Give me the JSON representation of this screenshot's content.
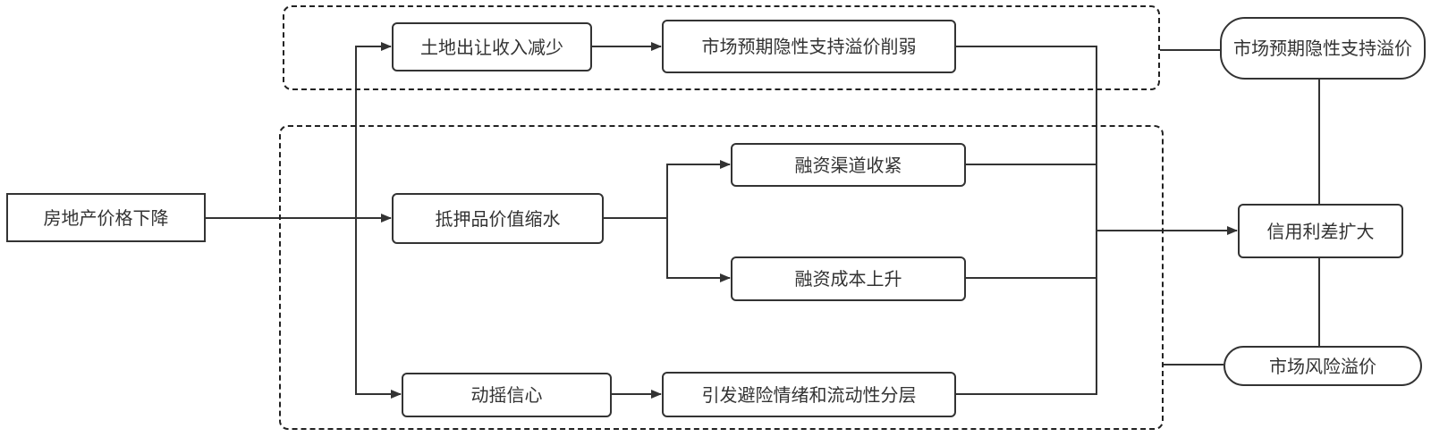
{
  "nodes": {
    "start": "房地产价格下降",
    "land_revenue": "土地出让收入减少",
    "implicit_support": "市场预期隐性支持溢价削弱",
    "collateral": "抵押品价值缩水",
    "financing_channel": "融资渠道收紧",
    "financing_cost": "融资成本上升",
    "confidence": "动摇信心",
    "risk_aversion": "引发避险情绪和流动性分层",
    "premium_implicit": "市场预期隐性支持溢价",
    "credit_spread": "信用利差扩大",
    "premium_risk": "市场风险溢价"
  },
  "colors": {
    "stroke": "#333333",
    "fill": "#ffffff",
    "text": "#333333"
  }
}
